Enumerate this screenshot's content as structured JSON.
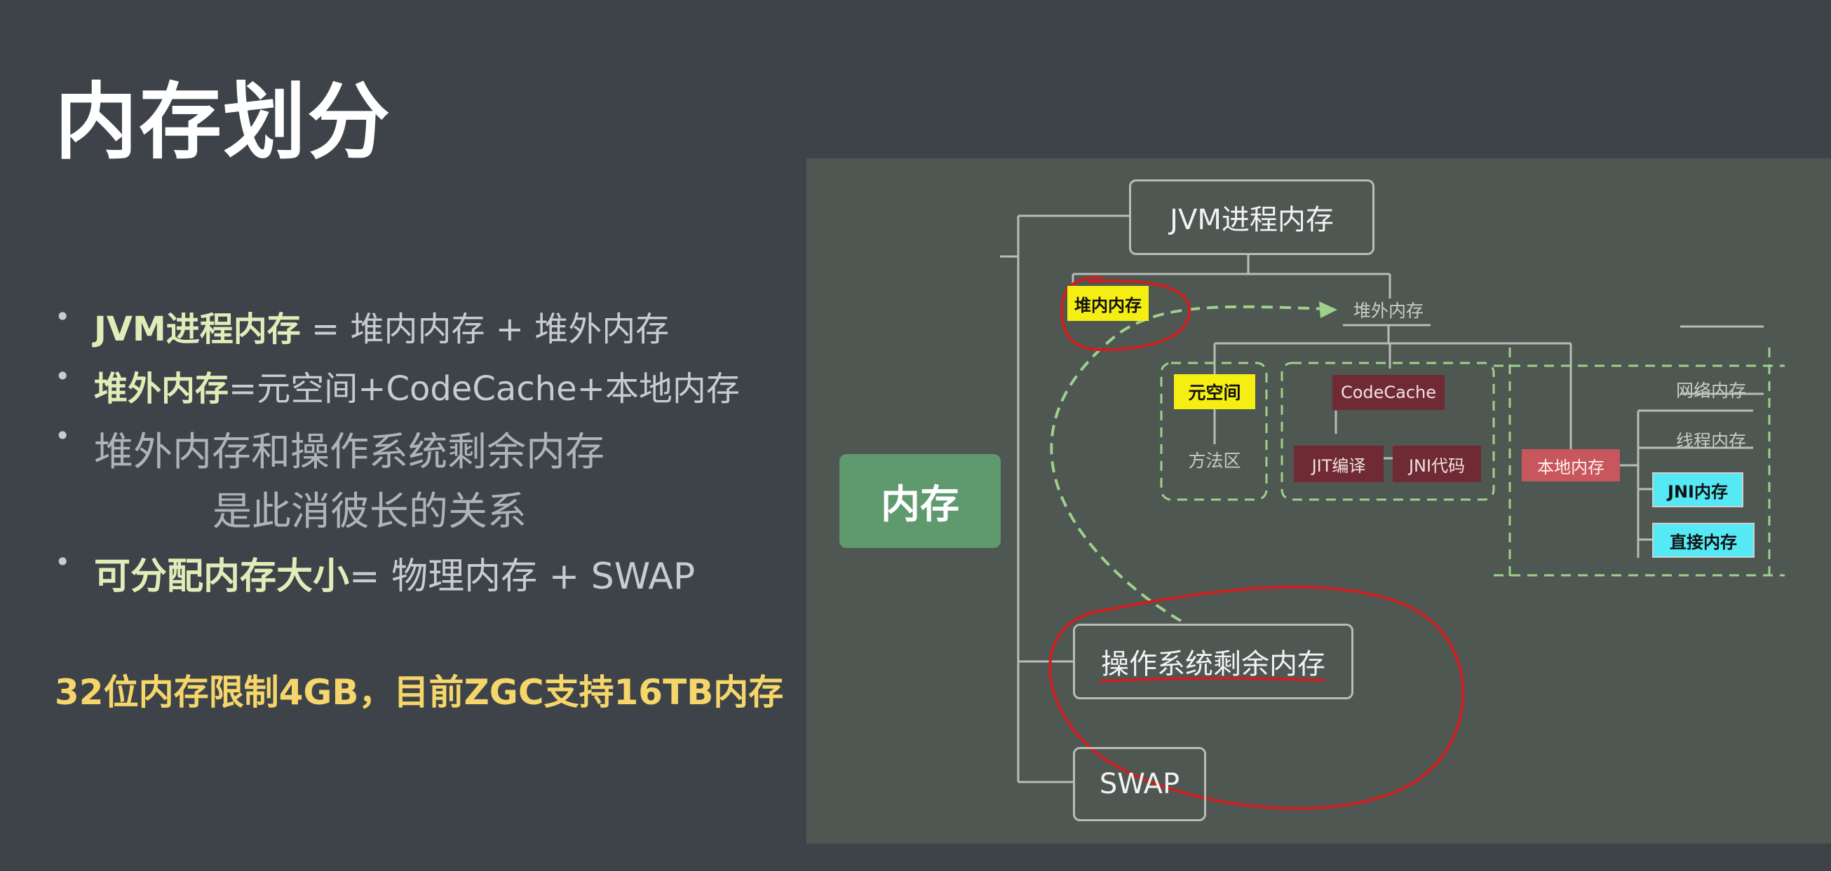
{
  "title": "内存划分",
  "bullets": {
    "b1_bold": "JVM进程内存",
    "b1_rest": " = 堆内内存 + 堆外内存",
    "b2_bold": "堆外内存",
    "b2_rest": "=元空间+CodeCache+本地内存",
    "b3_line1": "堆外内存和操作系统剩余内存",
    "b3_line2": "是此消彼长的关系",
    "b4_bold": "可分配内存大小",
    "b4_rest": "= 物理内存 + SWAP"
  },
  "note": "32位内存限制4GB，目前ZGC支持16TB内存",
  "diagram": {
    "root": "内存",
    "jvm": "JVM进程内存",
    "heap": "堆内内存",
    "offheap": "堆外内存",
    "metaspace": "元空间",
    "method_area": "方法区",
    "codecache": "CodeCache",
    "jit": "JIT编译",
    "jni_code": "JNI代码",
    "native": "本地内存",
    "net": "网络内存",
    "thread": "线程内存",
    "jni_mem": "JNI内存",
    "direct": "直接内存",
    "os": "操作系统剩余内存",
    "swap": "SWAP"
  },
  "colors": {
    "background": "#3d4349",
    "panel": "#4e5752",
    "root_green": "#5f9a6e",
    "yellow_tag": "#f5ee12",
    "maroon_tag": "#6f2a34",
    "red_tag": "#c8565d",
    "cyan_tag": "#55e9f6",
    "dashed_green": "#9fd08c",
    "annotation_red": "#cc1f1f",
    "note_yellow": "#f6d66a"
  }
}
